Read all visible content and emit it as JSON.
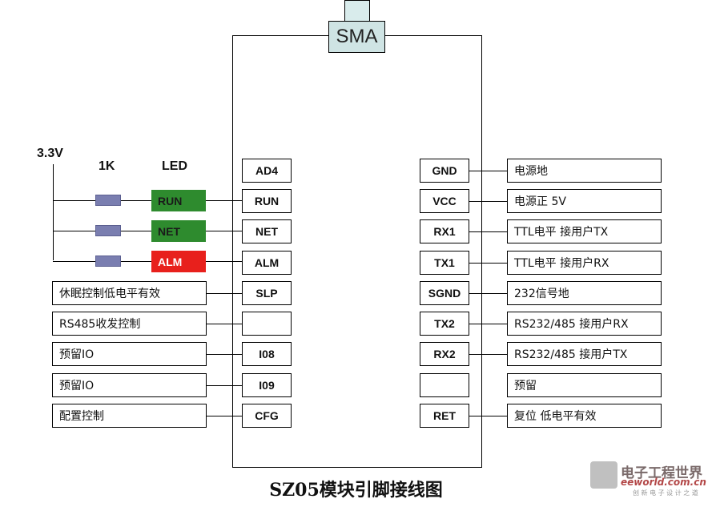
{
  "sma_label": "SMA",
  "headers": {
    "voltage": "3.3V",
    "resistor": "1K",
    "led": "LED"
  },
  "leds": [
    {
      "label": "RUN",
      "color": "#2e8b2e"
    },
    {
      "label": "NET",
      "color": "#2e8b2e"
    },
    {
      "label": "ALM",
      "color": "#e8201c"
    }
  ],
  "left_pins": [
    "AD4",
    "RUN",
    "NET",
    "ALM",
    "SLP",
    "",
    "I08",
    "I09",
    "CFG"
  ],
  "left_desc": [
    "休眠控制低电平有效",
    "RS485收发控制",
    "预留IO",
    "预留IO",
    "配置控制"
  ],
  "right_pins": [
    "GND",
    "VCC",
    "RX1",
    "TX1",
    "SGND",
    "TX2",
    "RX2",
    "",
    "RET"
  ],
  "right_desc": [
    "电源地",
    "电源正  5V",
    "TTL电平  接用户TX",
    "TTL电平  接用户RX",
    "232信号地",
    "RS232/485  接用户RX",
    "RS232/485  接用户TX",
    "预留",
    "复位  低电平有效"
  ],
  "caption": "SZ05模块引脚接线图",
  "logo": {
    "name": "电子工程世界",
    "url": "eeworld.com.cn",
    "tagline": "创 新 电 子 设 计 之 道"
  }
}
